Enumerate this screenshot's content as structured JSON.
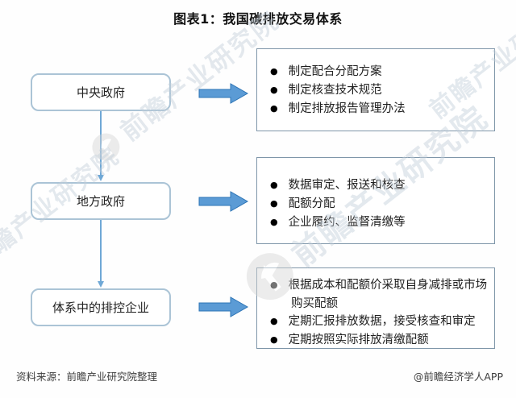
{
  "title": "图表1：我国碳排放交易体系",
  "flow": {
    "rows": [
      {
        "node": "中央政府",
        "items": [
          "制定配合分配方案",
          "制定核查技术规范",
          "制定排放报告管理办法"
        ]
      },
      {
        "node": "地方政府",
        "items": [
          "数据审定、报送和核查",
          "配额分配",
          "企业履约、监督清缴等"
        ]
      },
      {
        "node": "体系中的排控企业",
        "items": [
          "根据成本和配额价采取自身减排或市场购买配额",
          "定期汇报排放数据，接受核查和审定",
          "定期按照实际排放清缴配额"
        ]
      }
    ]
  },
  "watermark": {
    "text": "前瞻产业研究院"
  },
  "footer": {
    "source": "资料来源：前瞻产业研究院整理",
    "credit": "@前瞻经济学人APP"
  },
  "colors": {
    "arrow_fill": "#5b9bd5",
    "arrow_stroke": "#2e75b6",
    "node_border": "#abc4d6",
    "panel_border": "#7f96a9",
    "connector": "#6fa8d6",
    "text": "#1f1f1f",
    "watermark": "#c3cfda"
  }
}
